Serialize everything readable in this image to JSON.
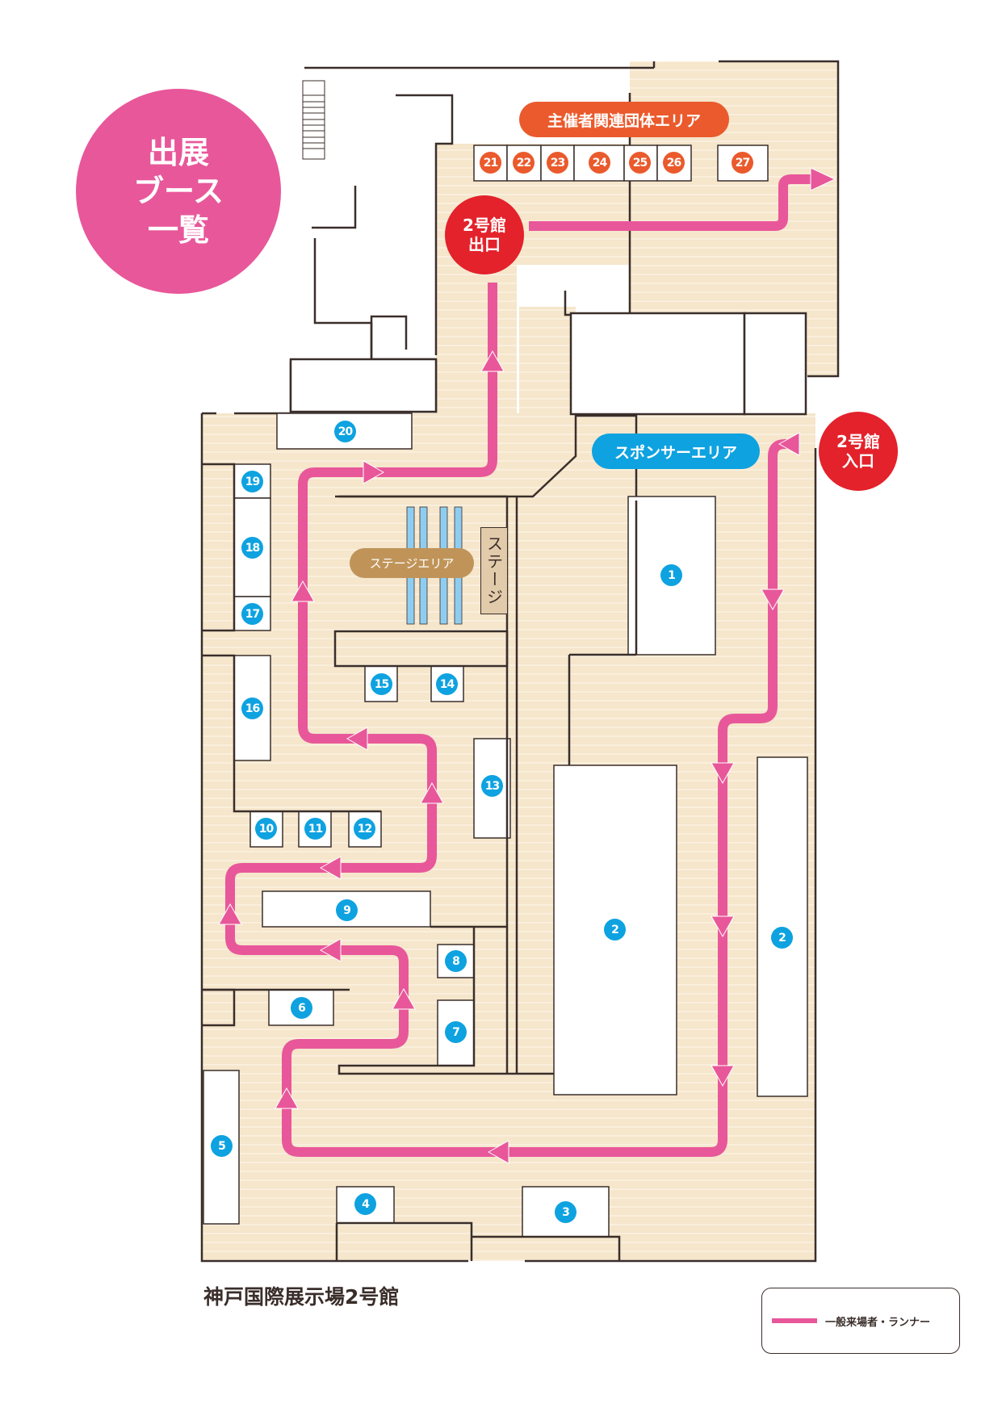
{
  "title": {
    "line1": "出展",
    "line2": "ブース",
    "line3": "一覧"
  },
  "areas": {
    "organizer": "主催者関連団体エリア",
    "sponsor": "スポンサーエリア",
    "stage_area": "ステージエリア",
    "stage": "ステージ"
  },
  "doors": {
    "exit": {
      "line1": "2号館",
      "line2": "出口"
    },
    "entry": {
      "line1": "2号館",
      "line2": "入口"
    }
  },
  "booths": {
    "b1": "1",
    "b2a": "2",
    "b2b": "2",
    "b3": "3",
    "b4": "4",
    "b5": "5",
    "b6": "6",
    "b7": "7",
    "b8": "8",
    "b9": "9",
    "b10": "10",
    "b11": "11",
    "b12": "12",
    "b13": "13",
    "b14": "14",
    "b15": "15",
    "b16": "16",
    "b17": "17",
    "b18": "18",
    "b19": "19",
    "b20": "20",
    "b21": "21",
    "b22": "22",
    "b23": "23",
    "b24": "24",
    "b25": "25",
    "b26": "26",
    "b27": "27"
  },
  "venue_name": "神戸国際展示場2号館",
  "legend": {
    "route_label": "一般来場者・ランナー"
  },
  "colors": {
    "route": "#e8579a",
    "floor": "#f5e6cc",
    "wall": "#3a2e2a",
    "booth_blue": "#0ea2e0",
    "booth_orange": "#ea5a2c",
    "door_red": "#e3222b",
    "title_pink": "#e8579a",
    "stage_tan": "#c09459"
  }
}
